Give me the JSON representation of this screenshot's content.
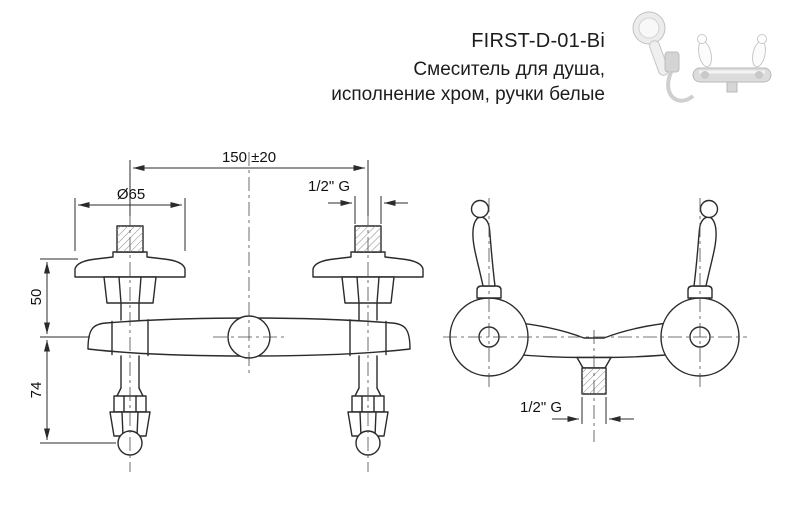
{
  "header": {
    "model": "FIRST-D-01-Bi",
    "description_lines": [
      "Смеситель для душа,",
      "исполнение хром, ручки белые"
    ]
  },
  "drawing": {
    "front_view": {
      "dim_width": "150 ±20",
      "dim_diameter": "Ø65",
      "dim_thread_top": "1/2\" G",
      "dim_height_upper": "50",
      "dim_height_lower": "74"
    },
    "side_view": {
      "dim_thread_bottom": "1/2\" G"
    }
  },
  "colors": {
    "line": "#2b2b2b",
    "text": "#1c1c1c",
    "background": "#ffffff"
  }
}
